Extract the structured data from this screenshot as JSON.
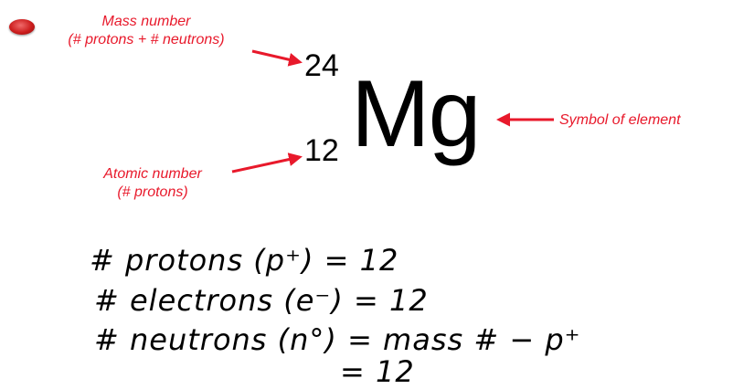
{
  "colors": {
    "annotation": "#e8192b",
    "text": "#000000",
    "record_indicator": "#cc1d1d"
  },
  "labels": {
    "mass_number": [
      "Mass number",
      "(# protons + # neutrons)"
    ],
    "atomic_number": [
      "Atomic number",
      "(# protons)"
    ],
    "symbol": "Symbol of element"
  },
  "element": {
    "mass_number": "24",
    "atomic_number": "12",
    "symbol": "Mg"
  },
  "handwritten": {
    "protons": "# protons (p⁺) = 12",
    "electrons": "# electrons (e⁻) = 12",
    "neutrons": "# neutrons (n°) = mass # − p⁺",
    "neutrons_result": "= 12"
  },
  "icons": [
    "record-indicator-icon"
  ]
}
